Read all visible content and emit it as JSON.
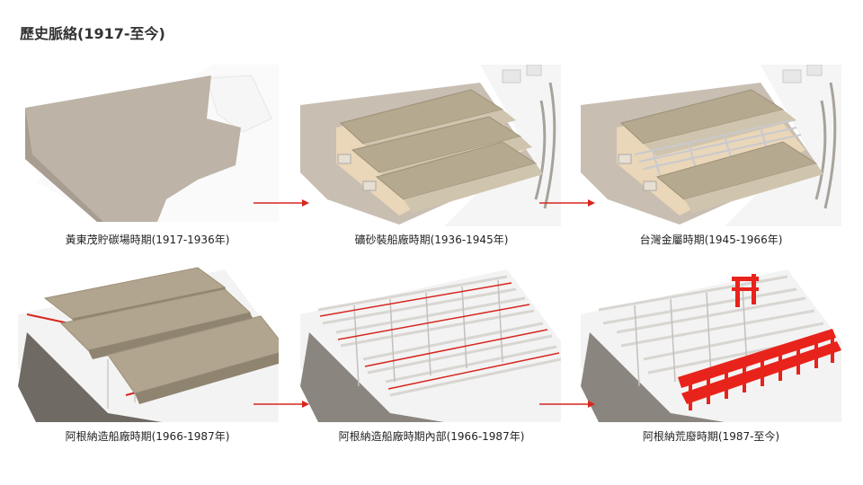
{
  "page": {
    "title": "歷史脈絡(1917-至今)"
  },
  "periods": [
    {
      "label": "黃東茂貯碳場時期(1917-1936年)"
    },
    {
      "label": "礦砂裝船廠時期(1936-1945年)"
    },
    {
      "label": "台灣金屬時期(1945-1966年)"
    },
    {
      "label": "阿根納造船廠時期(1966-1987年)"
    },
    {
      "label": "阿根納造船廠時期內部(1966-1987年)"
    },
    {
      "label": "阿根納荒廢時期(1987-至今)"
    }
  ],
  "colors": {
    "accent": "#d7261e",
    "roof": "#b2a58f",
    "ground": "#bdb3a6",
    "frame": "#f0efee"
  },
  "icons": {
    "arrow": "arrow-right-icon"
  }
}
